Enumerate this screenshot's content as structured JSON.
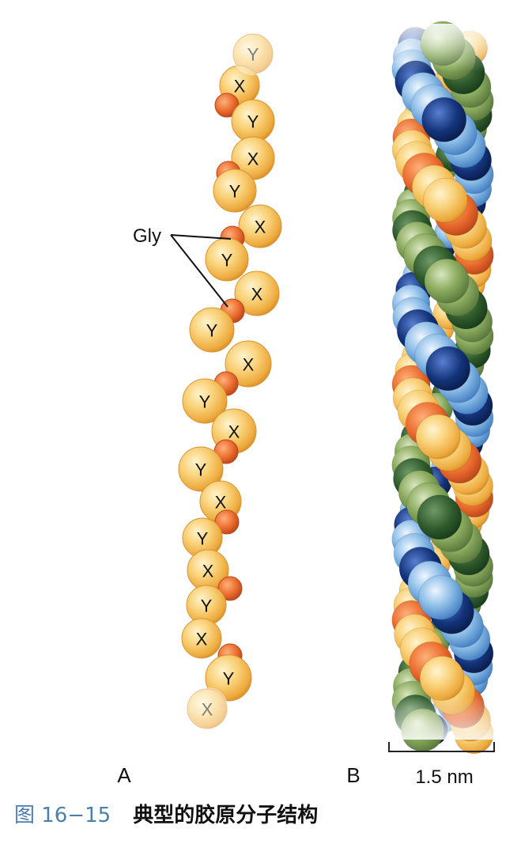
{
  "labels": {
    "gly": "Gly",
    "residue_x": "X",
    "residue_y": "Y",
    "panel_a": "A",
    "panel_b": "B",
    "scale_bar": "1.5 nm"
  },
  "caption": {
    "figure_number": "图 16−15",
    "title": "典型的胶原分子结构"
  },
  "colors": {
    "residue_yellow": "#f6c25a",
    "glycine_orange": "#e8612a",
    "strand_green": "#7a9a50",
    "strand_green_dark": "#2f5a2c",
    "strand_blue": "#6fa6dc",
    "strand_blue_dark": "#13337a"
  }
}
